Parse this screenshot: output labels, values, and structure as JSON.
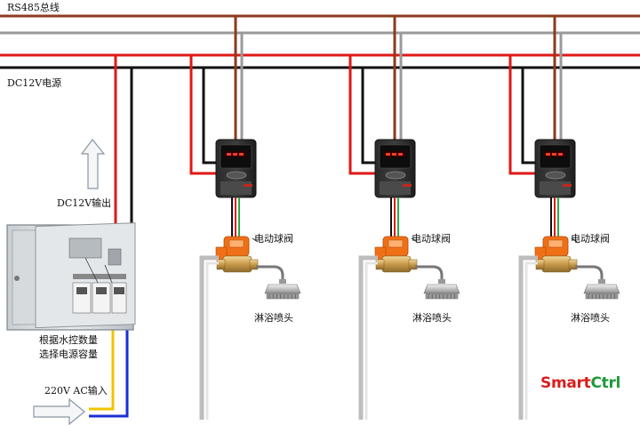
{
  "bus_label": "RS485总线",
  "power_label": "DC12V电源",
  "output_label": "DC12V输出",
  "supply_note": [
    "根据水控数量",
    "选择电源容量"
  ],
  "ac_input_label": "220V AC输入",
  "units": [
    {
      "valve_label": "电动球阀",
      "shower_label": "淋浴喷头"
    },
    {
      "valve_label": "电动球阀",
      "shower_label": "淋浴喷头"
    },
    {
      "valve_label": "电动球阀",
      "shower_label": "淋浴喷头"
    }
  ],
  "brand": {
    "smart": "Smart",
    "ctrl": "Ctrl",
    "smart_color": "#d81e1e",
    "ctrl_color": "#1e9a3a"
  },
  "colors": {
    "brown": "#8b3a1f",
    "gray": "#9a9a9a",
    "red": "#e01818",
    "black": "#111111",
    "yellow": "#f2c400",
    "blue": "#1b2fd6",
    "green": "#2aa84a",
    "valve": "#f07018",
    "pipe": "#bdbdbd"
  }
}
